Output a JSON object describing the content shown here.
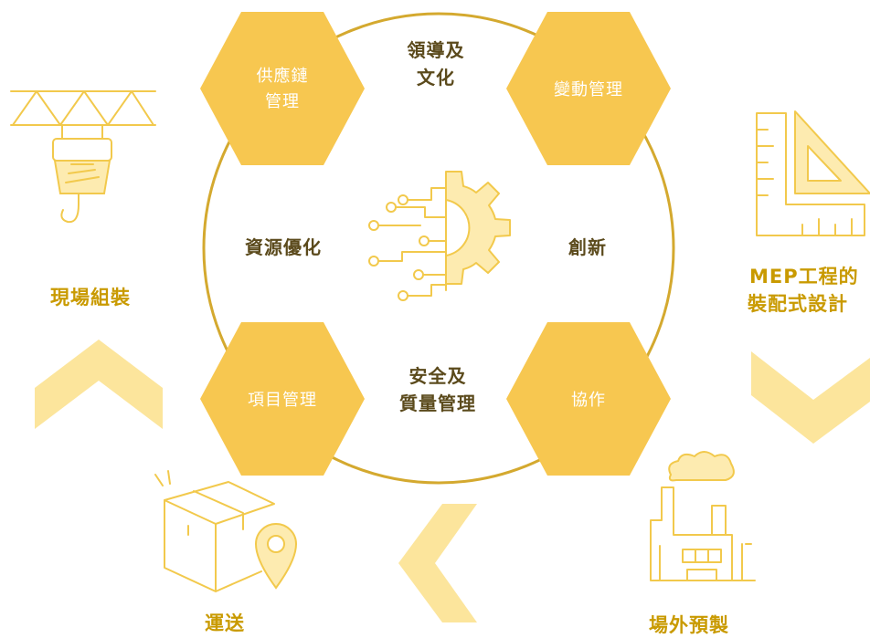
{
  "colors": {
    "hexagon": "#f7c750",
    "ring": "#d4a92f",
    "chevron": "#fbe08b",
    "icon_stroke": "#f2c94c",
    "ring_text": "#5b4a1c",
    "stage_text": "#c99a00"
  },
  "hexagons": {
    "supply_chain": [
      "供應鏈",
      "管理"
    ],
    "change": [
      "變動管理"
    ],
    "project": [
      "項目管理"
    ],
    "collaboration": [
      "協作"
    ]
  },
  "ring_labels": {
    "leadership": [
      "領導及",
      "文化"
    ],
    "resource": [
      "資源優化"
    ],
    "innovation": [
      "創新"
    ],
    "safety": [
      "安全及",
      "質量管理"
    ]
  },
  "stages": {
    "onsite": [
      "現場組裝"
    ],
    "mep": [
      "MEP工程的",
      "裝配式設計"
    ],
    "offsite": [
      "場外預製"
    ],
    "transport": [
      "運送"
    ]
  },
  "icons": {
    "center": "circuit-gear-icon",
    "onsite": "crane-hook-icon",
    "mep": "ruler-triangle-icon",
    "offsite": "factory-icon",
    "transport": "box-location-icon"
  }
}
